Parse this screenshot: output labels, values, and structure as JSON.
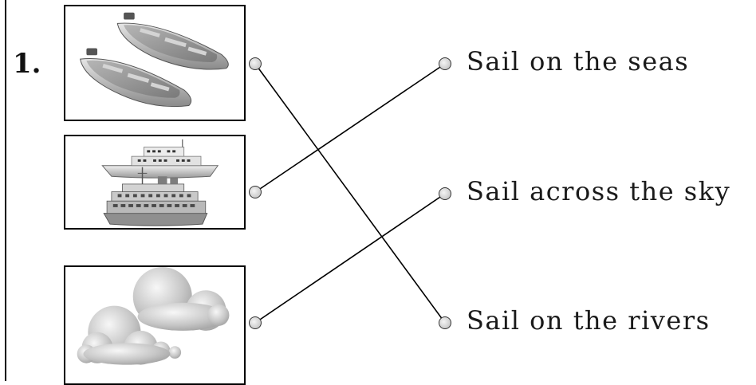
{
  "question": {
    "number": "1."
  },
  "pictures": [
    {
      "name": "rowboats",
      "icon": "rowboats-picture"
    },
    {
      "name": "ships",
      "icon": "ships-picture"
    },
    {
      "name": "clouds",
      "icon": "clouds-picture"
    }
  ],
  "phrases": [
    "Sail on the seas",
    "Sail across the sky",
    "Sail on the rivers"
  ],
  "matches": [
    {
      "picture": "rowboats",
      "phrase": "Sail on the rivers"
    },
    {
      "picture": "ships",
      "phrase": "Sail on the seas"
    },
    {
      "picture": "clouds",
      "phrase": "Sail across the sky"
    }
  ]
}
